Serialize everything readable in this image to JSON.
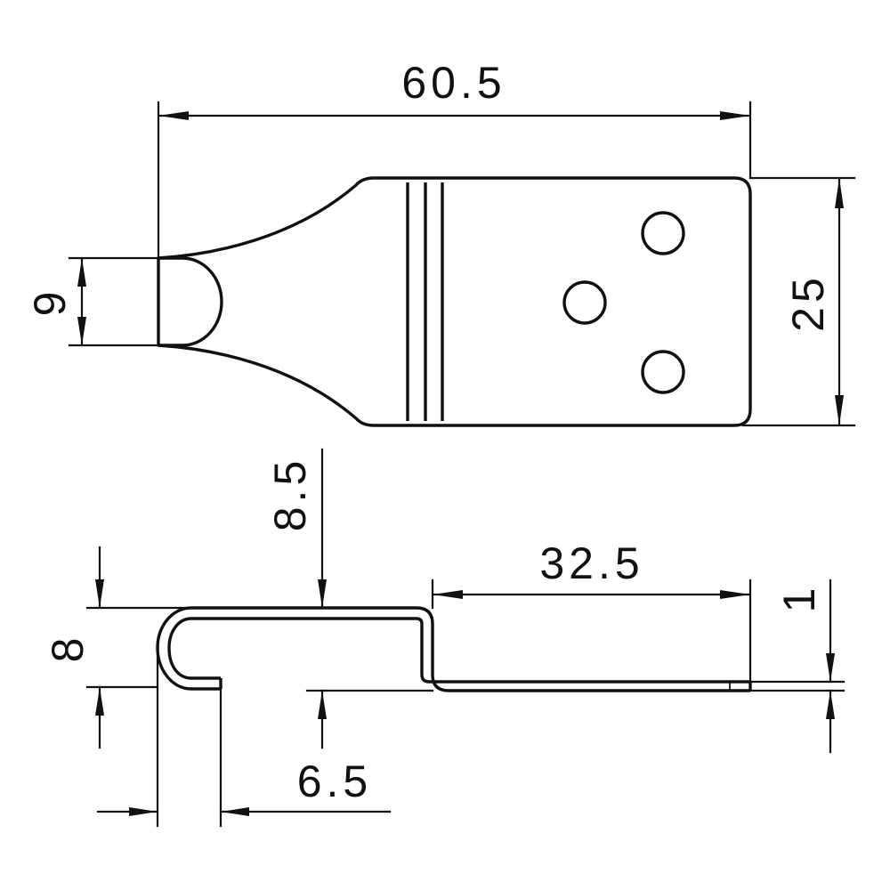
{
  "dimensions": {
    "overall_length": "60.5",
    "width": "25",
    "tip_width": "9",
    "hook_height": "8",
    "step_height": "8.5",
    "flat_length": "32.5",
    "thickness": "1",
    "hook_opening": "6.5"
  }
}
